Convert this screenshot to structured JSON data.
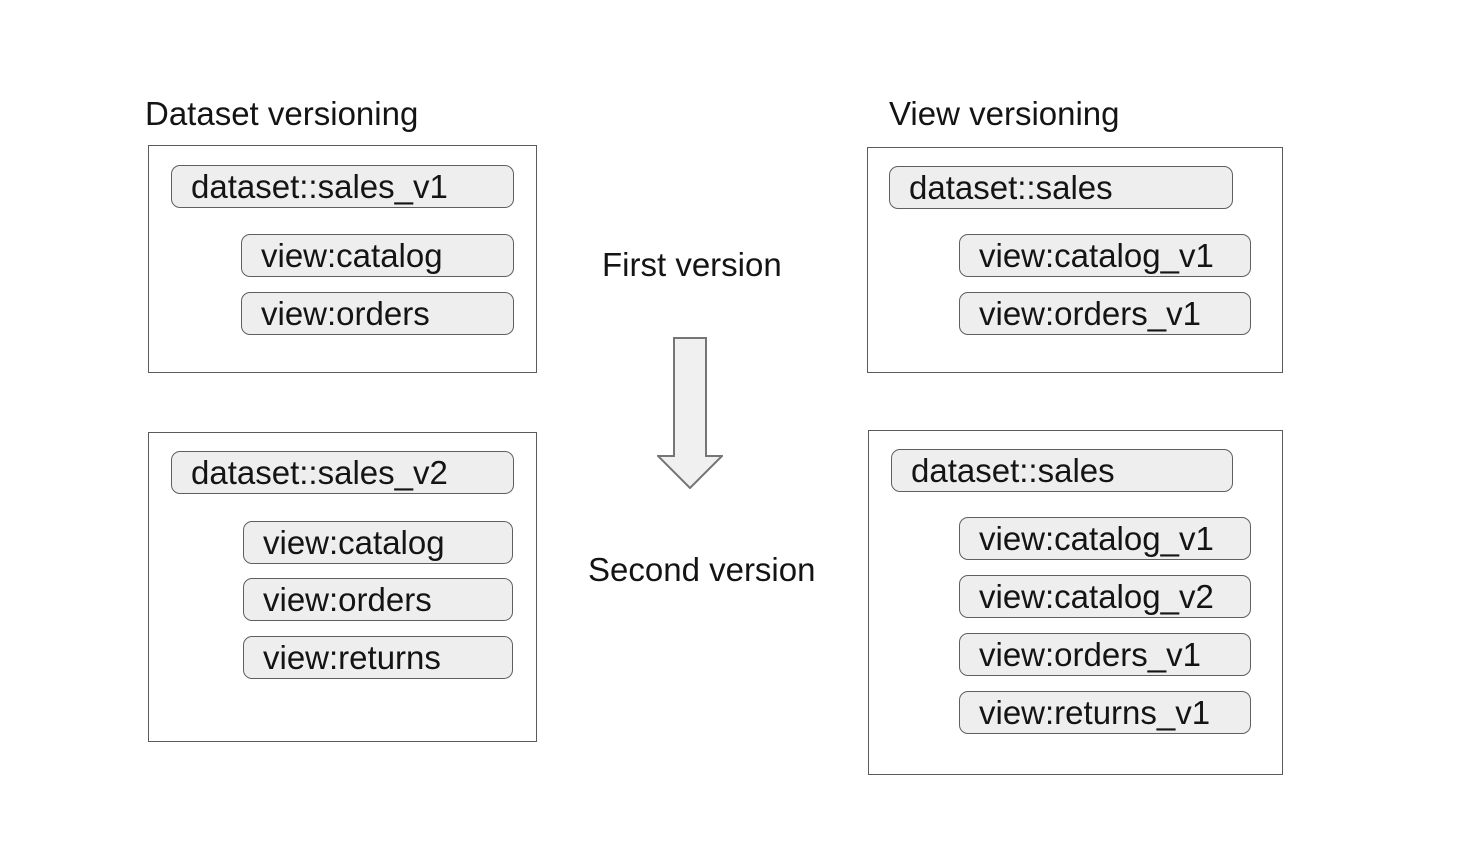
{
  "colors": {
    "canvas_bg": "#ffffff",
    "text": "#141414",
    "box_border": "#5b5b5b",
    "pill_border": "#5f5f5f",
    "pill_bg": "#eeeeee",
    "arrow_fill": "#f0f0f0",
    "arrow_stroke": "#757575"
  },
  "left_column": {
    "title": "Dataset versioning",
    "first_version": {
      "dataset": "dataset::sales_v1",
      "views": [
        "view:catalog",
        "view:orders"
      ]
    },
    "second_version": {
      "dataset": "dataset::sales_v2",
      "views": [
        "view:catalog",
        "view:orders",
        "view:returns"
      ]
    }
  },
  "right_column": {
    "title": "View versioning",
    "first_version": {
      "dataset": "dataset::sales",
      "views": [
        "view:catalog_v1",
        "view:orders_v1"
      ]
    },
    "second_version": {
      "dataset": "dataset::sales",
      "views": [
        "view:catalog_v1",
        "view:catalog_v2",
        "view:orders_v1",
        "view:returns_v1"
      ]
    }
  },
  "middle": {
    "first_label": "First version",
    "second_label": "Second version",
    "arrow": "down-block-arrow"
  }
}
